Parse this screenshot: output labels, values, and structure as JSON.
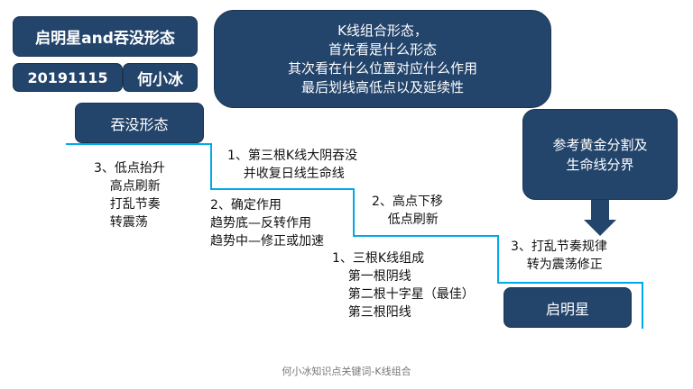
{
  "header": {
    "title": "启明星and吞没形态",
    "date": "20191115",
    "author": "何小冰"
  },
  "intro": [
    "K线组合形态，",
    "首先看是什么形态",
    "其次看在什么位置对应什么作用",
    "最后划线高低点以及延续性"
  ],
  "engulfing": {
    "label": "吞没形态",
    "points": [
      {
        "lines": [
          "1、第三根K线大阴吞没",
          "    并收复日线生命线"
        ]
      },
      {
        "lines": [
          "2、确定作用",
          "趋势底—反转作用",
          "趋势中—修正或加速"
        ]
      },
      {
        "lines": [
          "3、低点抬升",
          "    高点刷新",
          "    打乱节奏",
          "    转震荡"
        ]
      }
    ]
  },
  "morning_star": {
    "label": "启明星",
    "points": [
      {
        "lines": [
          "1、三根K线组成",
          "    第一根阴线",
          "    第二根十字星（最佳）",
          "    第三根阳线"
        ]
      },
      {
        "lines": [
          "2、高点下移",
          "    低点刷新"
        ]
      },
      {
        "lines": [
          "3、打乱节奏规律",
          "    转为震荡修正"
        ]
      }
    ]
  },
  "reference": [
    "参考黄金分割及",
    "生命线分界"
  ],
  "caption": "何小冰知识点关键词-K线组合",
  "colors": {
    "box": "#23446b",
    "line": "#00a8e8"
  }
}
